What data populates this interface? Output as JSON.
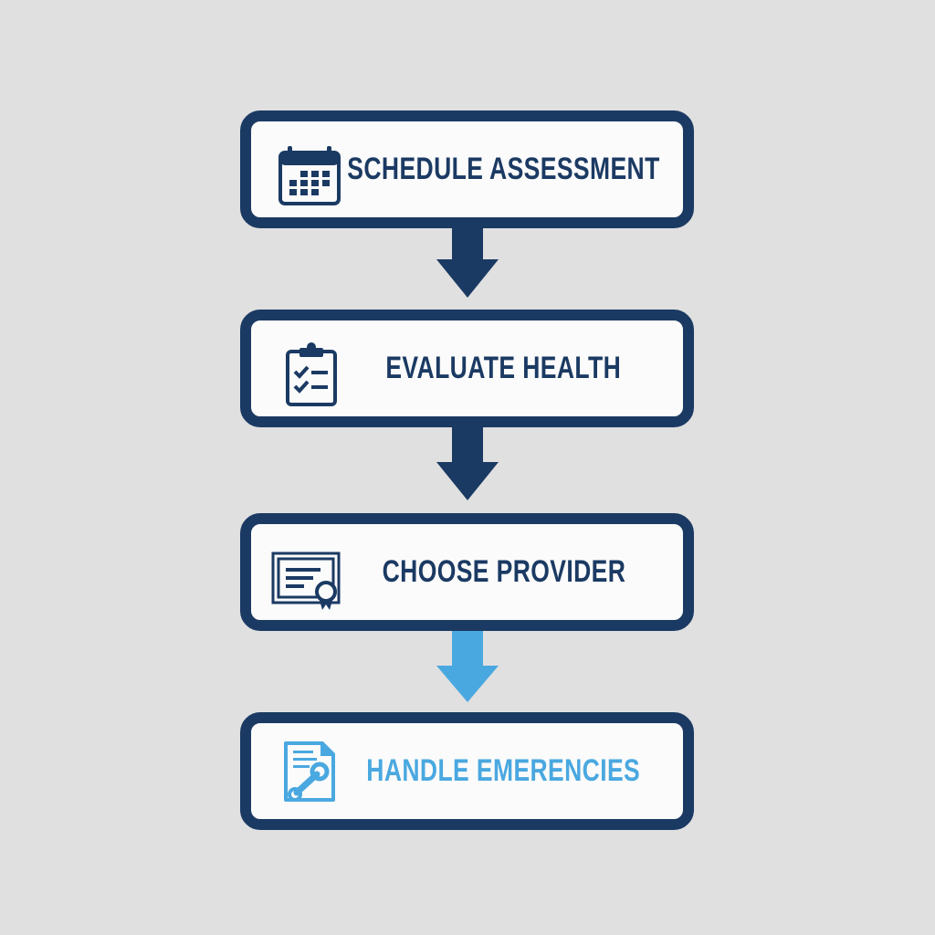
{
  "colors": {
    "primary": "#1b3a63",
    "accent": "#4aa8e0",
    "background": "#e0e0e0"
  },
  "steps": [
    {
      "label": "SCHEDULE ASSESSMENT",
      "icon": "calendar-icon"
    },
    {
      "label": "EVALUATE HEALTH",
      "icon": "clipboard-checklist-icon"
    },
    {
      "label": "CHOOSE PROVIDER",
      "icon": "certificate-icon"
    },
    {
      "label": "HANDLE EMERENCIES",
      "icon": "document-wrench-icon"
    }
  ]
}
